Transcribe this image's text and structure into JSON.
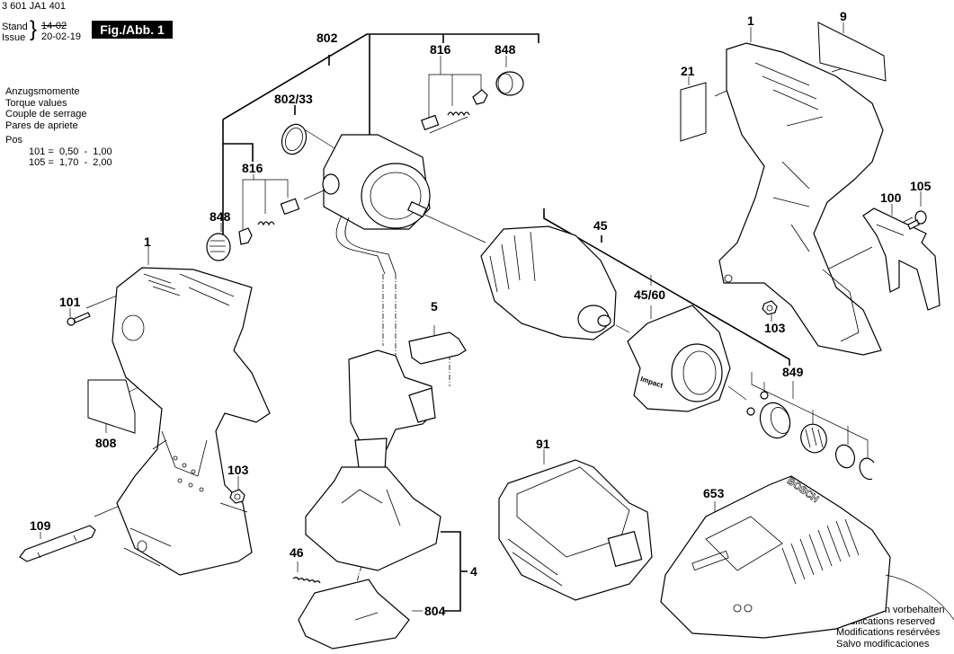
{
  "header": {
    "document_number": "3 601 JA1 401",
    "stand_label": "Stand",
    "issue_label": "Issue",
    "old_date": "14-02",
    "new_date": "20-02-19",
    "figure_label": "Fig./Abb. 1"
  },
  "torque": {
    "lines": [
      "Anzugsmomente",
      "Torque values",
      "Couple de serrage",
      "Pares de apriete"
    ],
    "pos_label": "Pos",
    "rows": [
      {
        "pos": "101",
        "value": "=  0,50  -  1,00"
      },
      {
        "pos": "105",
        "value": "=  1,70  -  2,00"
      }
    ]
  },
  "notice": {
    "lines": [
      "Änderungen vorbehalten",
      "Modifications reserved",
      "Modifications resérvées",
      "Salvo modificaciones"
    ]
  },
  "parts": {
    "p802": "802",
    "p802_33": "802/33",
    "p816_top": "816",
    "p848_top": "848",
    "p816_left": "816",
    "p848_left": "848",
    "p1_left": "1",
    "p101": "101",
    "p808": "808",
    "p103_left": "103",
    "p109": "109",
    "p5": "5",
    "p4": "4",
    "p46": "46",
    "p804": "804",
    "p45": "45",
    "p45_60": "45/60",
    "p849": "849",
    "p91": "91",
    "p653": "653",
    "p1_right": "1",
    "p9": "9",
    "p21": "21",
    "p100": "100",
    "p105": "105",
    "p103_right": "103"
  },
  "markings": {
    "impact_text": "Impact",
    "brand_text": "BOSCH"
  }
}
